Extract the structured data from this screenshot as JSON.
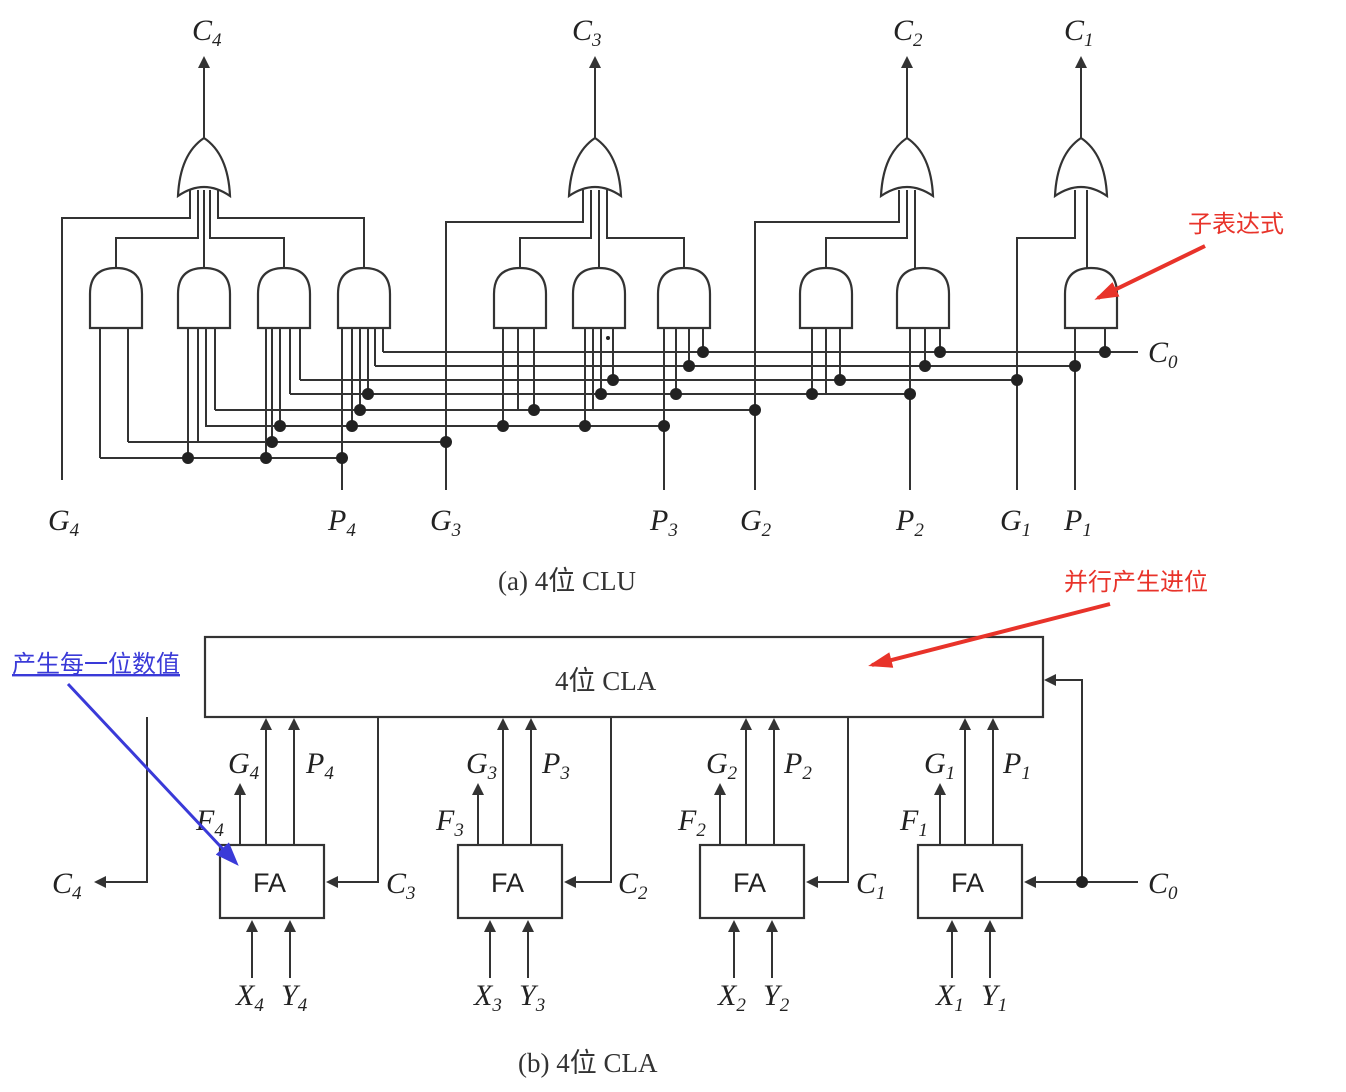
{
  "clu": {
    "carry_outputs": {
      "c4": {
        "main": "C",
        "sub": "4"
      },
      "c3": {
        "main": "C",
        "sub": "3"
      },
      "c2": {
        "main": "C",
        "sub": "2"
      },
      "c1": {
        "main": "C",
        "sub": "1"
      }
    },
    "carry_in": {
      "main": "C",
      "sub": "0"
    },
    "inputs": {
      "g4": {
        "main": "G",
        "sub": "4"
      },
      "p4": {
        "main": "P",
        "sub": "4"
      },
      "g3": {
        "main": "G",
        "sub": "3"
      },
      "p3": {
        "main": "P",
        "sub": "3"
      },
      "g2": {
        "main": "G",
        "sub": "2"
      },
      "p2": {
        "main": "P",
        "sub": "2"
      },
      "g1": {
        "main": "G",
        "sub": "1"
      },
      "p1": {
        "main": "P",
        "sub": "1"
      }
    },
    "caption": "(a) 4位 CLU"
  },
  "cla": {
    "box_label": "4位 CLA",
    "fa_label": "FA",
    "carry_out": {
      "main": "C",
      "sub": "4"
    },
    "carry_in": {
      "main": "C",
      "sub": "0"
    },
    "adders": {
      "a4": {
        "g": {
          "main": "G",
          "sub": "4"
        },
        "p": {
          "main": "P",
          "sub": "4"
        },
        "f": {
          "main": "F",
          "sub": "4"
        },
        "c": {
          "main": "C",
          "sub": "3"
        },
        "x": {
          "main": "X",
          "sub": "4"
        },
        "y": {
          "main": "Y",
          "sub": "4"
        }
      },
      "a3": {
        "g": {
          "main": "G",
          "sub": "3"
        },
        "p": {
          "main": "P",
          "sub": "3"
        },
        "f": {
          "main": "F",
          "sub": "3"
        },
        "c": {
          "main": "C",
          "sub": "2"
        },
        "x": {
          "main": "X",
          "sub": "3"
        },
        "y": {
          "main": "Y",
          "sub": "3"
        }
      },
      "a2": {
        "g": {
          "main": "G",
          "sub": "2"
        },
        "p": {
          "main": "P",
          "sub": "2"
        },
        "f": {
          "main": "F",
          "sub": "2"
        },
        "c": {
          "main": "C",
          "sub": "1"
        },
        "x": {
          "main": "X",
          "sub": "2"
        },
        "y": {
          "main": "Y",
          "sub": "2"
        }
      },
      "a1": {
        "g": {
          "main": "G",
          "sub": "1"
        },
        "p": {
          "main": "P",
          "sub": "1"
        },
        "f": {
          "main": "F",
          "sub": "1"
        },
        "c": {
          "main": "C",
          "sub": "0"
        },
        "x": {
          "main": "X",
          "sub": "1"
        },
        "y": {
          "main": "Y",
          "sub": "1"
        }
      }
    },
    "caption": "(b) 4位 CLA"
  },
  "annotations": {
    "subexpression": "子表达式",
    "parallel_carry": "并行产生进位",
    "each_bit_value": "产生每一位数值"
  },
  "colors": {
    "red_note": "#e8332a",
    "blue_note": "#3a3ad8",
    "ink": "#333333"
  }
}
